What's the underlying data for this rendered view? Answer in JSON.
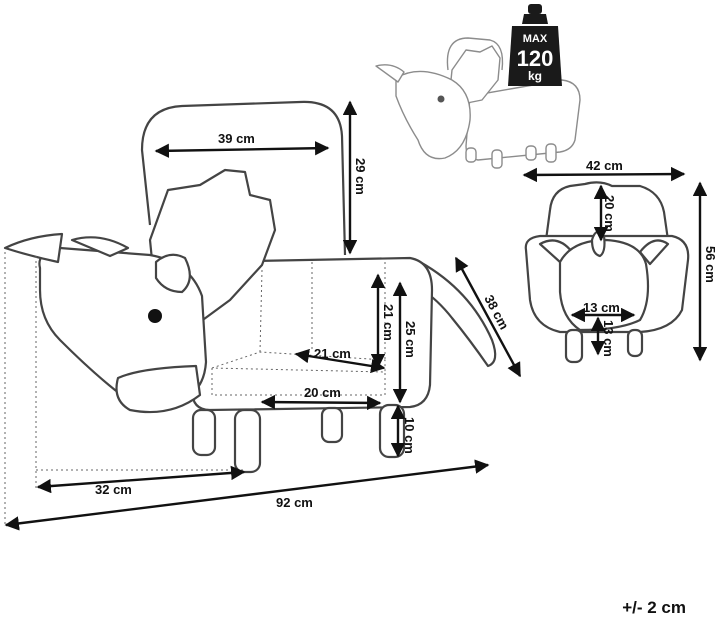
{
  "dimensions": {
    "backrest_width": "39 cm",
    "backrest_height": "29 cm",
    "storage_height": "21 cm",
    "storage_depth": "21 cm",
    "storage_width": "20 cm",
    "seat_height": "25 cm",
    "leg_height": "10 cm",
    "head_length": "32 cm",
    "total_length": "92 cm",
    "body_depth": "38 cm",
    "total_width": "42 cm",
    "frill_height": "20 cm",
    "total_height": "56 cm",
    "face_width": "13 cm",
    "face_height": "13 cm"
  },
  "weight": {
    "max_label": "MAX",
    "value": "120",
    "unit": "kg"
  },
  "tolerance": "+/- 2 cm",
  "colors": {
    "line": "#111111",
    "outline": "#444444",
    "weight_fill": "#1a1a1a"
  }
}
